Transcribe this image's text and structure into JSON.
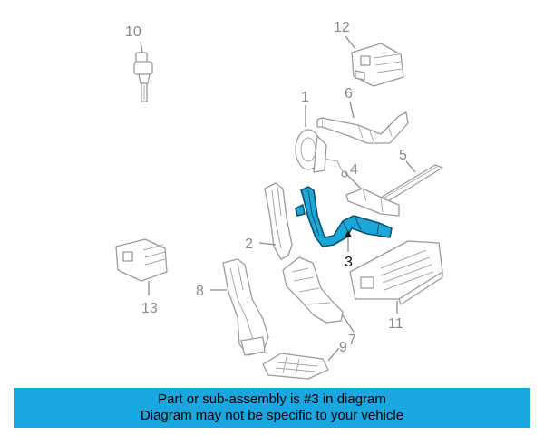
{
  "callouts": {
    "n1": "1",
    "n2": "2",
    "n3": "3",
    "n4": "4",
    "n5": "5",
    "n6": "6",
    "n7": "7",
    "n8": "8",
    "n9": "9",
    "n10": "10",
    "n11": "11",
    "n12": "12",
    "n13": "13"
  },
  "highlight_color": "#1ba8d8",
  "banner": {
    "line1": "Part or sub-assembly is #3 in diagram",
    "line2": "Diagram may not be specific to your vehicle",
    "background": "#1aa6de"
  }
}
